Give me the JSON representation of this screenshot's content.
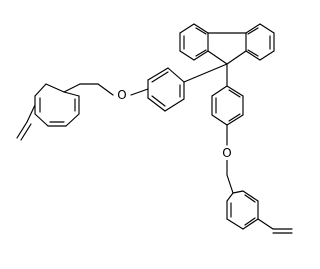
{
  "structure": {
    "atom_labels": [
      {
        "id": "O1",
        "text": "O"
      },
      {
        "id": "O2",
        "text": "O"
      }
    ],
    "colors": {
      "background": "#ffffff",
      "bond": "#000000",
      "label": "#000000"
    }
  }
}
